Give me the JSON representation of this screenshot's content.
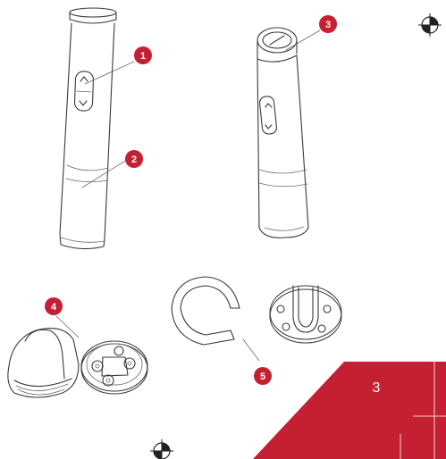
{
  "callouts": [
    "1",
    "2",
    "3",
    "4",
    "5"
  ],
  "page_number": "3",
  "colors": {
    "accent": "#c52032",
    "line": "#3a3a3a",
    "background": "#ffffff"
  },
  "icons": [
    "registration-mark-icon",
    "registration-mark-icon"
  ]
}
